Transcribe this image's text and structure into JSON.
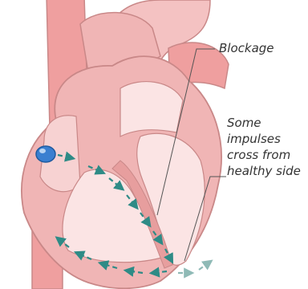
{
  "labels": {
    "blockage": "Blockage",
    "impulses_lines": [
      "Some",
      "impulses",
      "cross from",
      "healthy side"
    ]
  },
  "colors": {
    "outline": "#c98888",
    "tissue": "#f0b5b5",
    "tissue_light": "#f7d2d2",
    "tissue_dark": "#e79e9e",
    "chamber": "#fbe4e4",
    "vessel": "#ef9f9f",
    "node": "#3a7fd0",
    "impulse": "#2e8b86",
    "impulse_faded": "#8fbab6",
    "leader": "#555555"
  }
}
